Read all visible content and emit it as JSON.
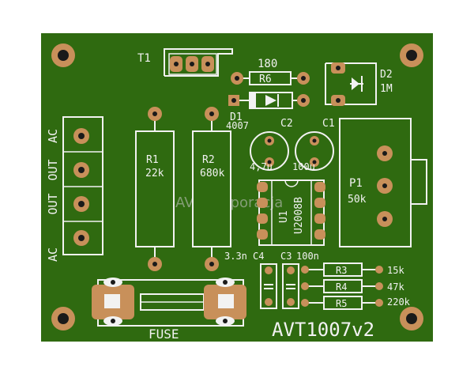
{
  "board": {
    "title": "AVT1007v2",
    "watermark": "AVT Korporacja",
    "fuse_label": "FUSE",
    "terminal_labels": [
      "AC",
      "OUT",
      "OUT",
      "AC"
    ]
  },
  "components": {
    "t1": "T1",
    "r6_value": "180",
    "r6": "R6",
    "d1": "D1",
    "d1_part": "4007",
    "c2": "C2",
    "c2_value": "4,7u",
    "c1": "C1",
    "c1_value": "100u",
    "d2": "D2",
    "d2_value": "1M",
    "r1": "R1",
    "r1_value": "22k",
    "r2": "R2",
    "r2_value": "680k",
    "u1": "U1",
    "u1_part": "U2008B",
    "p1": "P1",
    "p1_value": "50k",
    "c4": "C4",
    "c4_value": "3.3n",
    "c3": "C3",
    "c3_value": "100n",
    "r3": "R3",
    "r3_value": "15k",
    "r4": "R4",
    "r4_value": "47k",
    "r5": "R5",
    "r5_value": "220k"
  },
  "colors": {
    "board": "#2f6a10",
    "copper": "#c8905a",
    "silk": "#f2f2f2",
    "hole": "#1a1a1a"
  }
}
